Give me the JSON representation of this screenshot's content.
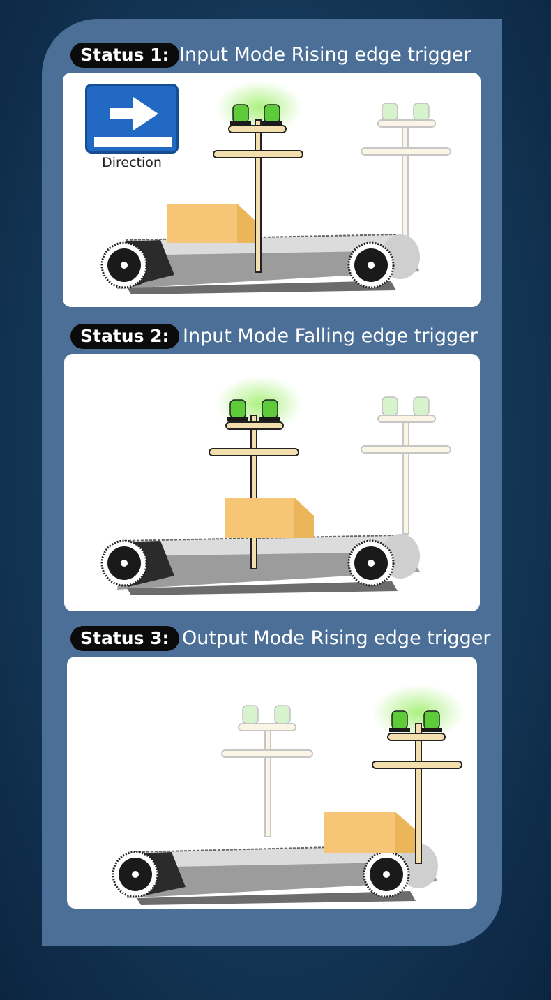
{
  "statuses": [
    {
      "badge": "Status 1:",
      "caption": "Input Mode Rising edge trigger",
      "active_post": "left"
    },
    {
      "badge": "Status 2:",
      "caption": "Input Mode Falling edge trigger",
      "active_post": "left"
    },
    {
      "badge": "Status 3:",
      "caption": "Output Mode Rising edge trigger",
      "active_post": "right"
    }
  ],
  "direction_label": "Direction",
  "icons": {
    "direction": "arrow-right-icon",
    "lamp": "green-beacon-icon"
  },
  "colors": {
    "panel": "#4b6f97",
    "box": "#f6c676",
    "post": "#f3dfae",
    "sign": "#2169c2",
    "lamp_glow": "#a8f07a"
  }
}
